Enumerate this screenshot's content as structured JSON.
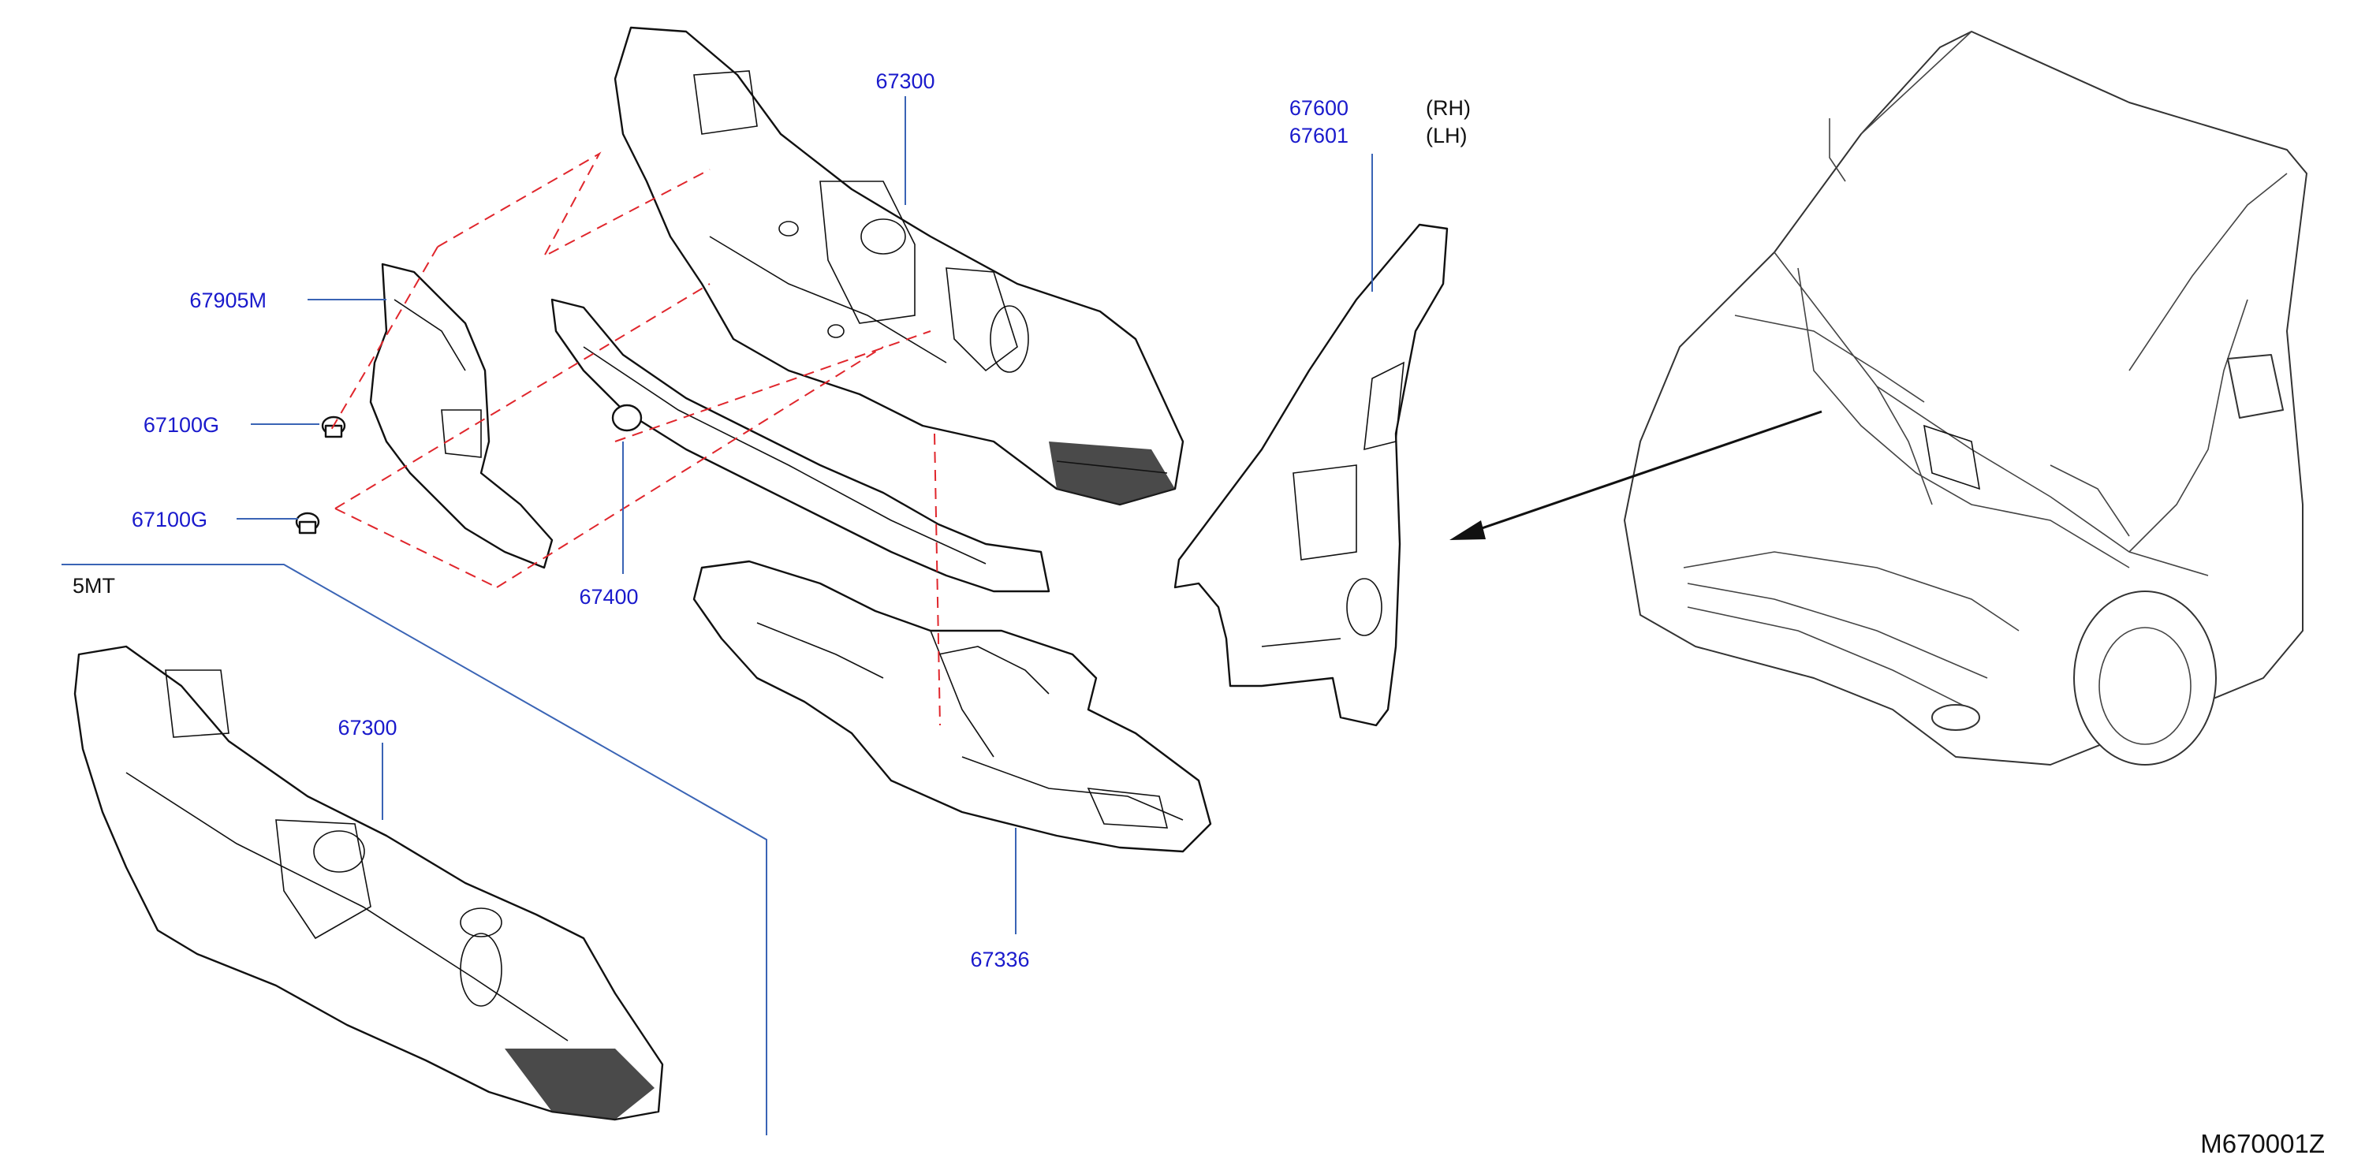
{
  "labels": {
    "dash_panel_top": "67300",
    "side_panel_rh": "67600",
    "side_panel_rh_note": "(RH)",
    "side_panel_lh": "67601",
    "side_panel_lh_note": "(LH)",
    "insulator": "67905M",
    "clip_upper": "67100G",
    "clip_lower": "67100G",
    "cross_member": "67400",
    "variant": "5MT",
    "dash_panel_bottom": "67300",
    "lower_insulator": "67336"
  },
  "diagram_code": "M670001Z",
  "colors": {
    "part_number": "#1a1acc",
    "leader_line": "#3a64b5",
    "alignment_dashes": "#e0262c",
    "outline": "#111111"
  }
}
